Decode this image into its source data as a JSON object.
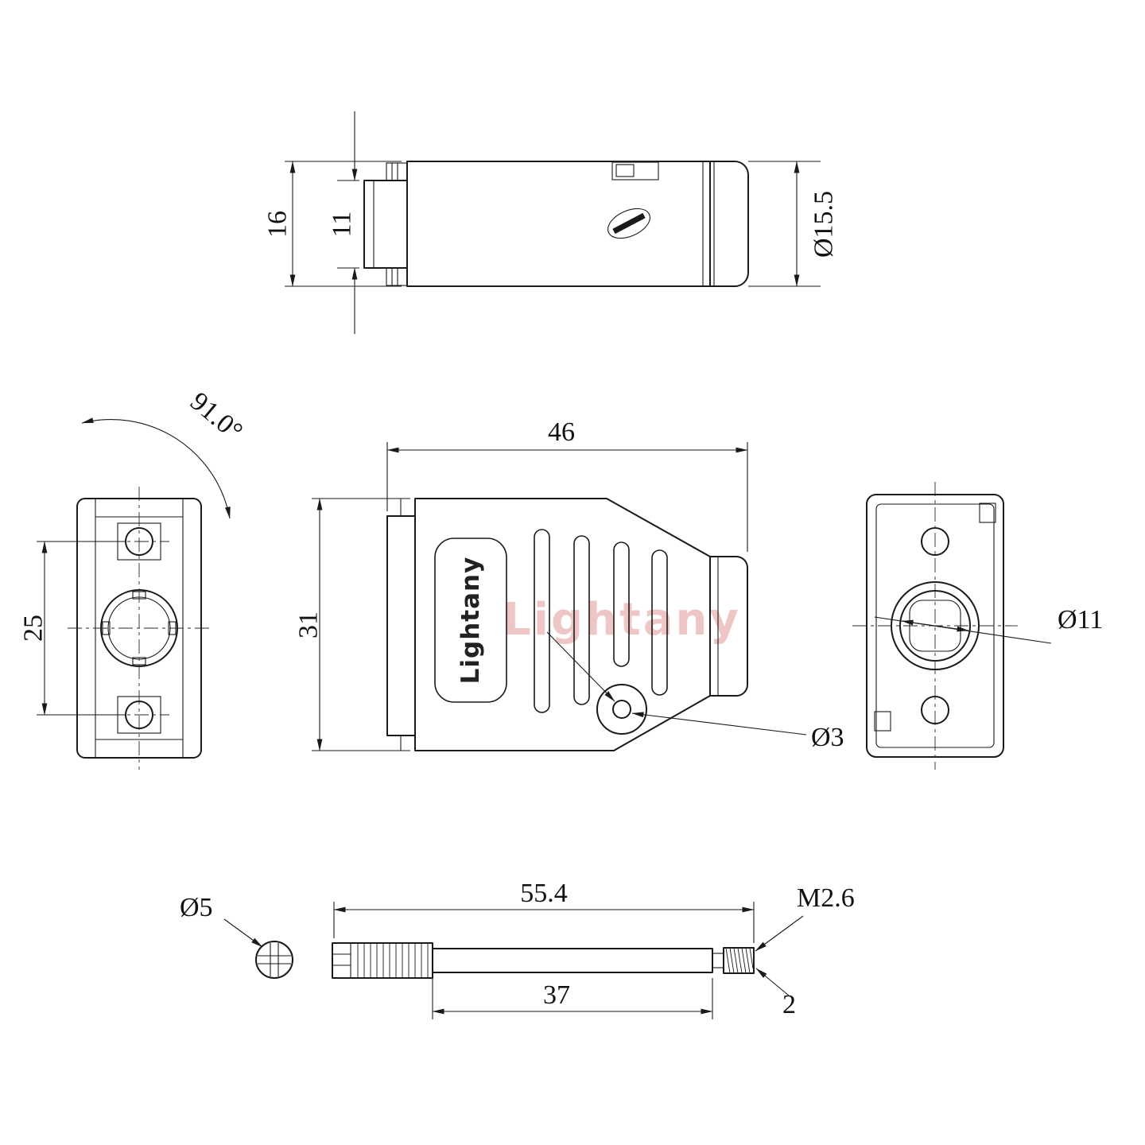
{
  "page": {
    "background": "#ffffff",
    "line_color": "#1a1a1a",
    "watermark_color": "#e08f8f"
  },
  "watermark": {
    "text": "Lightany"
  },
  "brand": {
    "logo_text": "Lightany"
  },
  "views": {
    "top_view": {
      "dims": {
        "outer_height": "16",
        "inner_height": "11",
        "barrel_diameter": "Ø15.5"
      }
    },
    "front_view": {
      "dims": {
        "screw_spacing": "25",
        "angle": "91.0°"
      }
    },
    "side_view": {
      "dims": {
        "length": "46",
        "height": "31",
        "lug_hole": "Ø3"
      }
    },
    "rear_view": {
      "dims": {
        "cable_opening": "Ø11"
      }
    },
    "screw_view": {
      "dims": {
        "head_diameter": "Ø5",
        "total_length": "55.4",
        "shaft_length": "37",
        "thread_spec": "M2.6",
        "thread_tip_length": "2"
      }
    }
  }
}
